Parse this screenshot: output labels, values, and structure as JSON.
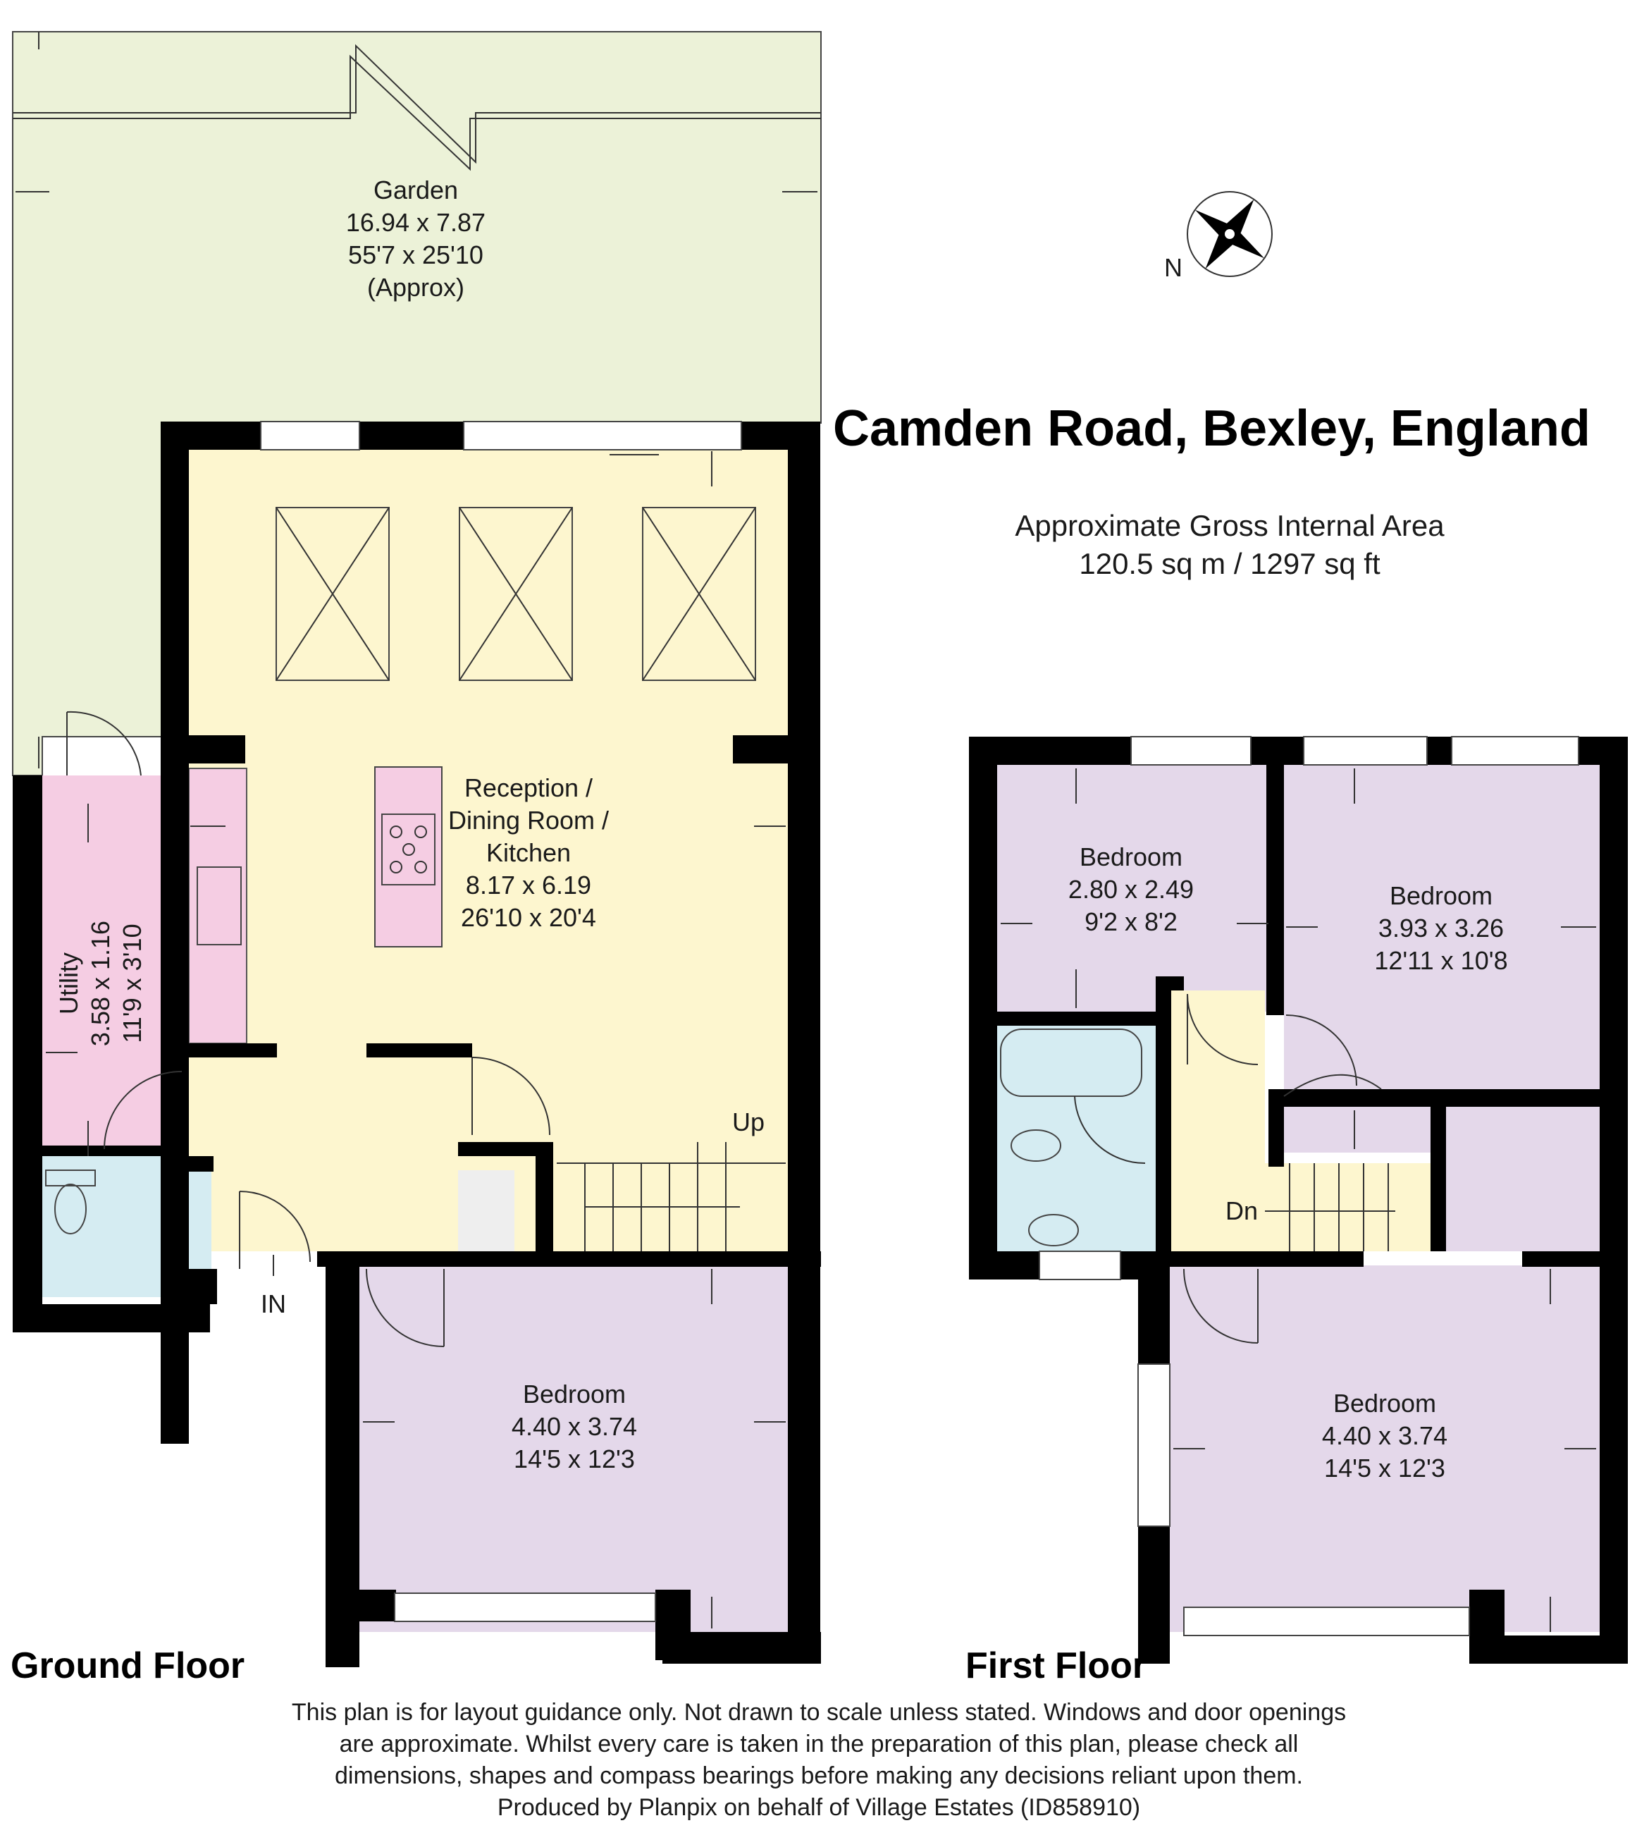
{
  "title": "Camden Road, Bexley, England",
  "area": {
    "heading": "Approximate Gross Internal Area",
    "value": "120.5 sq m / 1297 sq ft"
  },
  "compass": {
    "label": "N"
  },
  "floors": {
    "ground": "Ground Floor",
    "first": "First Floor"
  },
  "rooms": {
    "garden": {
      "name": "Garden",
      "metric": "16.94 x 7.87",
      "imperial": "55'7 x 25'10",
      "note": "(Approx)"
    },
    "reception": {
      "line1": "Reception /",
      "line2": "Dining Room /",
      "line3": "Kitchen",
      "metric": "8.17 x 6.19",
      "imperial": "26'10 x 20'4"
    },
    "utility": {
      "name": "Utility",
      "metric": "3.58 x 1.16",
      "imperial": "11'9 x 3'10"
    },
    "ground_bedroom": {
      "name": "Bedroom",
      "metric": "4.40 x 3.74",
      "imperial": "14'5 x 12'3"
    },
    "first_bedroom_a": {
      "name": "Bedroom",
      "metric": "2.80 x 2.49",
      "imperial": "9'2 x 8'2"
    },
    "first_bedroom_b": {
      "name": "Bedroom",
      "metric": "3.93 x 3.26",
      "imperial": "12'11 x 10'8"
    },
    "first_bedroom_c": {
      "name": "Bedroom",
      "metric": "4.40 x 3.74",
      "imperial": "14'5 x 12'3"
    }
  },
  "stairs": {
    "up": "Up",
    "down": "Dn"
  },
  "entrance": "IN",
  "disclaimer": [
    "This plan is for layout guidance only. Not drawn to scale unless stated. Windows and door openings",
    "are approximate. Whilst every care is taken in the preparation of this plan, please check all",
    "dimensions, shapes and compass bearings before making any decisions reliant upon them.",
    "Produced by Planpix on behalf of Village Estates (ID858910)"
  ],
  "colors": {
    "garden": "#ecf2d8",
    "reception": "#fdf6cf",
    "kitchen_units": "#f5cde3",
    "bedroom": "#e4d8ea",
    "bathroom": "#d5ecf2",
    "landing": "#fdf6cf",
    "walls": "#000000"
  }
}
